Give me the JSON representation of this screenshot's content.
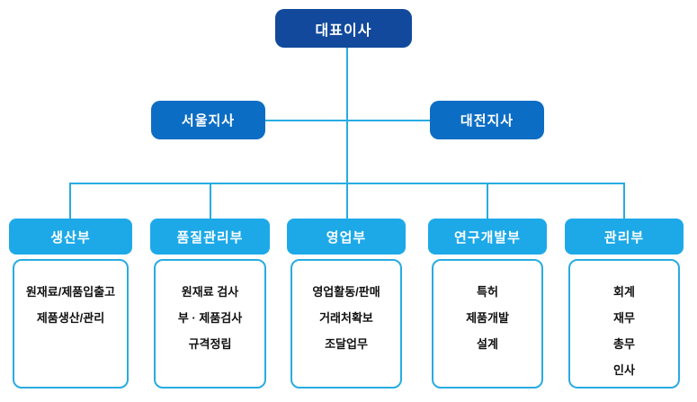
{
  "colors": {
    "ceo_box": "#12499c",
    "branch_box": "#0c6dc4",
    "department_box": "#1da9e8",
    "connector_line": "#29abe2",
    "task_box_border": "#29abe2",
    "text_on_blue": "#ffffff",
    "task_text": "#111111"
  },
  "org": {
    "ceo": {
      "label": "대표이사"
    },
    "branches": [
      {
        "label": "서울지사"
      },
      {
        "label": "대전지사"
      }
    ],
    "departments": [
      {
        "label": "생산부",
        "items": [
          "원재료/제품입출고",
          "제품생산/관리"
        ]
      },
      {
        "label": "품질관리부",
        "items": [
          "원재료 검사",
          "부 · 제품검사",
          "규격정립"
        ]
      },
      {
        "label": "영업부",
        "items": [
          "영업활동/판매",
          "거래처확보",
          "조달업무"
        ]
      },
      {
        "label": "연구개발부",
        "items": [
          "특허",
          "제품개발",
          "설계"
        ]
      },
      {
        "label": "관리부",
        "items": [
          "회계",
          "재무",
          "총무",
          "인사"
        ]
      }
    ]
  }
}
